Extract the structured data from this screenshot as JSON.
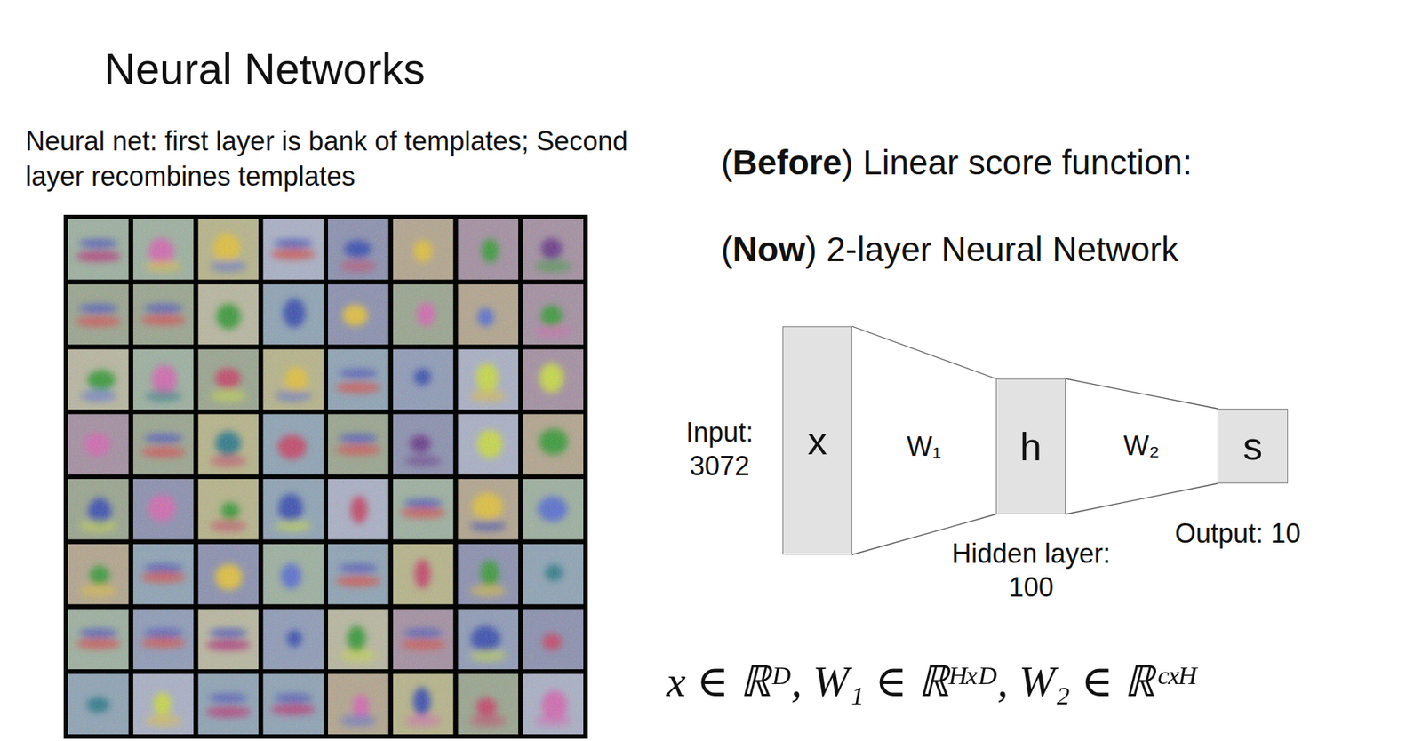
{
  "diagram": {
    "title": "Neural Networks",
    "nodes": [
      {
        "text": [
          "x",
          "Input: 3072"
        ]
      },
      {
        "text": [
          "h",
          "Hidden layer: 100"
        ]
      },
      {
        "text": [
          "s",
          "Output: 10"
        ]
      }
    ],
    "edges": [
      {
        "from": 0,
        "to": 1,
        "arrow": "none",
        "label": "W₁"
      },
      {
        "from": 1,
        "to": 2,
        "arrow": "none",
        "label": "W₂"
      }
    ],
    "labels": [
      "Neural net: first layer is bank of templates; Second layer recombines templates",
      "(Before) Linear score function:",
      "(Now) 2-layer Neural Network",
      "x ∈ ℝᴰ, W₁ ∈ ℝᴴˣᴰ, W₂ ∈ ℝᶜˣᴴ"
    ]
  }
}
